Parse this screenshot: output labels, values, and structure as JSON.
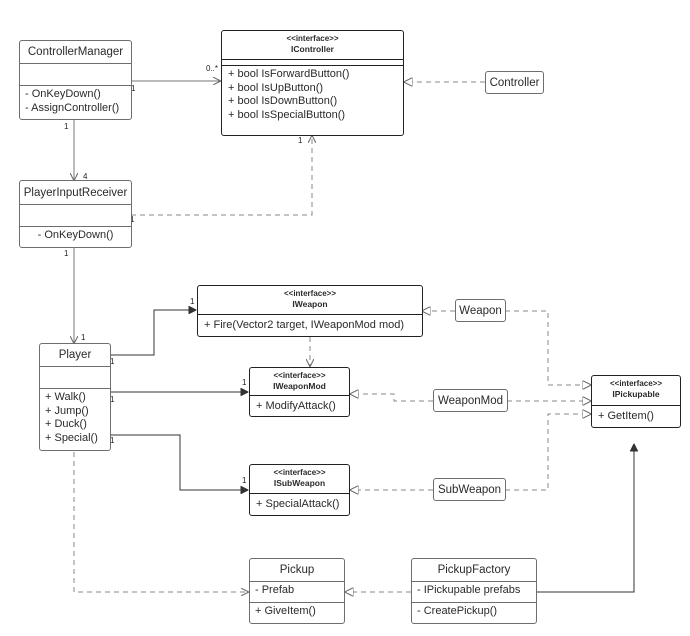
{
  "diagram": {
    "classes": {
      "controller_manager": {
        "name": "ControllerManager",
        "methods": [
          "- OnKeyDown()",
          "- AssignController()"
        ]
      },
      "icontroller": {
        "stereotype": "<<interface>>",
        "name": "IController",
        "methods": [
          "+ bool IsForwardButton()",
          "+ bool IsUpButton()",
          "+ bool IsDownButton()",
          "+ bool IsSpecialButton()"
        ]
      },
      "controller": {
        "name": "Controller"
      },
      "player_input_receiver": {
        "name": "PlayerInputReceiver",
        "methods": [
          "- OnKeyDown()"
        ]
      },
      "iweapon": {
        "stereotype": "<<interface>>",
        "name": "IWeapon",
        "methods": [
          "+ Fire(Vector2 target, IWeaponMod mod)"
        ]
      },
      "weapon": {
        "name": "Weapon"
      },
      "player": {
        "name": "Player",
        "methods": [
          "+ Walk()",
          "+ Jump()",
          "+ Duck()",
          "+ Special()"
        ]
      },
      "iweaponmod": {
        "stereotype": "<<interface>>",
        "name": "IWeaponMod",
        "methods": [
          "+ ModifyAttack()"
        ]
      },
      "weaponmod": {
        "name": "WeaponMod"
      },
      "ipickupable": {
        "stereotype": "<<interface>>",
        "name": "IPickupable",
        "methods": [
          "+ GetItem()"
        ]
      },
      "isubweapon": {
        "stereotype": "<<interface>>",
        "name": "ISubWeapon",
        "methods": [
          "+ SpecialAttack()"
        ]
      },
      "subweapon": {
        "name": "SubWeapon"
      },
      "pickup": {
        "name": "Pickup",
        "attributes": [
          "- Prefab"
        ],
        "methods": [
          "+ GiveItem()"
        ]
      },
      "pickup_factory": {
        "name": "PickupFactory",
        "attributes": [
          "- IPickupable prefabs"
        ],
        "methods": [
          "- CreatePickup()"
        ]
      }
    },
    "multiplicities": {
      "cm_to_icontroller_src": "1",
      "cm_to_icontroller_dst": "0..*",
      "cm_to_pir_src": "1",
      "cm_to_pir_dst": "4",
      "pir_to_icontroller_src": "1",
      "pir_to_icontroller_dst": "1",
      "pir_to_player_src": "1",
      "pir_to_player_dst": "1",
      "player_to_iweapon_src": "1",
      "player_to_iweapon_dst": "1",
      "player_to_iweaponmod_src": "1",
      "player_to_iweaponmod_dst": "1",
      "player_to_isubweapon_src": "1",
      "player_to_isubweapon_dst": "1"
    }
  }
}
